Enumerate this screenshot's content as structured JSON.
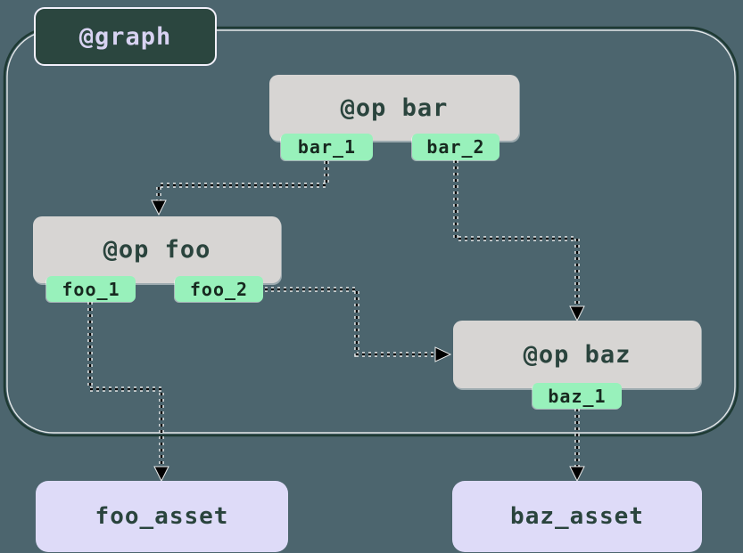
{
  "diagram": {
    "graph_label": "@graph",
    "ops": [
      {
        "id": "bar",
        "label": "@op bar",
        "outputs": [
          {
            "label": "bar_1"
          },
          {
            "label": "bar_2"
          }
        ]
      },
      {
        "id": "foo",
        "label": "@op foo",
        "outputs": [
          {
            "label": "foo_1"
          },
          {
            "label": "foo_2"
          }
        ]
      },
      {
        "id": "baz",
        "label": "@op baz",
        "outputs": [
          {
            "label": "baz_1"
          }
        ]
      }
    ],
    "assets": [
      {
        "label": "foo_asset"
      },
      {
        "label": "baz_asset"
      }
    ],
    "edges": [
      {
        "from": "bar_1",
        "to": "@op foo",
        "style": "dotted-arrow"
      },
      {
        "from": "bar_2",
        "to": "@op baz",
        "style": "dotted-arrow"
      },
      {
        "from": "foo_2",
        "to": "@op baz",
        "style": "dotted-arrow"
      },
      {
        "from": "foo_1",
        "to": "foo_asset",
        "style": "dotted-arrow"
      },
      {
        "from": "baz_1",
        "to": "baz_asset",
        "style": "dotted-arrow"
      }
    ],
    "colors": {
      "background": "#4c656e",
      "graph_box_fill": "#2b463f",
      "graph_box_border": "#f2f0fb",
      "graph_text": "#d8d3f2",
      "op_box_fill": "#d7d5d3",
      "op_text": "#2a443d",
      "output_tab_fill": "#98f1bb",
      "output_tab_text": "#17291f",
      "asset_box_fill": "#dedbf8",
      "asset_text": "#2a443d",
      "container_border": "#1e3a33",
      "edge_color": "#000000"
    }
  }
}
